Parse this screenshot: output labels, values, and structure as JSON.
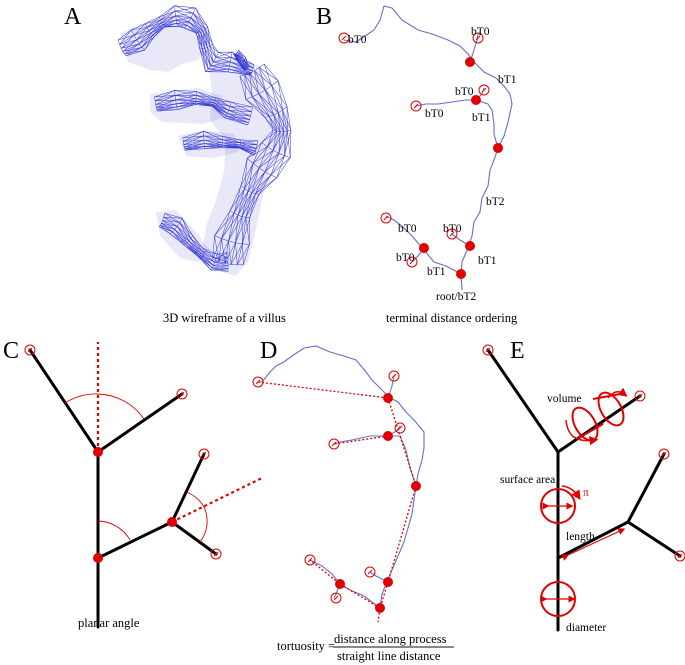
{
  "panels": {
    "a": {
      "letter": "A",
      "caption": "3D wireframe of a villus"
    },
    "b": {
      "letter": "B",
      "caption": "terminal distance ordering",
      "labels": [
        "bT0",
        "bT0",
        "bT1",
        "bT0",
        "bT0",
        "bT1",
        "bT2",
        "bT0",
        "bT0",
        "bT0",
        "bT1",
        "bT1",
        "root/bT2"
      ]
    },
    "c": {
      "letter": "C",
      "caption": "planar angle"
    },
    "d": {
      "letter": "D",
      "caption_prefix": "tortuosity = ",
      "numerator": "distance along process",
      "denominator": "straight line distance"
    },
    "e": {
      "letter": "E",
      "labels": {
        "volume": "volume",
        "surface_area": "surface area",
        "pi": "π",
        "length": "length",
        "diameter": "diameter"
      }
    }
  },
  "colors": {
    "mesh": "#2b2bd6",
    "marker": "#e00000",
    "skeleton": "#000000",
    "trace": "#6670c8"
  }
}
